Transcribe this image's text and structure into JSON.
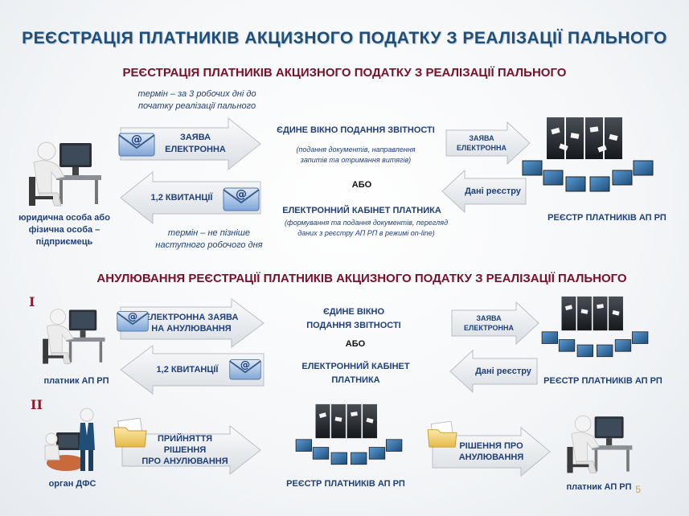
{
  "title": "РЕЄСТРАЦІЯ ПЛАТНИКІВ  АКЦИЗНОГО ПОДАТКУ З РЕАЛІЗАЦІЇ ПАЛЬНОГО",
  "section1": {
    "title": "РЕЄСТРАЦІЯ ПЛАТНИКІВ  АКЦИЗНОГО ПОДАТКУ З РЕАЛІЗАЦІЇ ПАЛЬНОГО",
    "deadline_top": [
      "термін – за 3 робочих дні до",
      "початку реалізації пального"
    ],
    "arrow_app": [
      "ЗАЯВА",
      "ЕЛЕКТРОННА"
    ],
    "arrow_receipt": "1,2  КВИТАНЦІЇ",
    "deadline_bottom": [
      "термін – не пізніше",
      "наступного робочого дня"
    ],
    "single_window": "ЄДИНЕ ВІКНО ПОДАННЯ ЗВІТНОСТІ",
    "single_window_note": [
      "(подання документів, направлення",
      "запитів та отримання витягів)"
    ],
    "or": "АБО",
    "cabinet": "ЕЛЕКТРОННИЙ КАБІНЕТ ПЛАТНИКА",
    "cabinet_note": [
      "(формування та подання документів, перегляд",
      "даних з реєстру АП РП в режимі on-line)"
    ],
    "arrow_small_app": [
      "ЗАЯВА",
      "ЕЛЕКТРОННА"
    ],
    "arrow_registry_data": "Дані реєстру",
    "person_label": [
      "юридична особа або",
      "фізична особа –",
      "підприємець"
    ],
    "registry_label": "РЕЄСТР  ПЛАТНИКІВ АП РП"
  },
  "section2": {
    "title": "АНУЛЮВАННЯ РЕЄСТРАЦІЇ  ПЛАТНИКІВ АКЦИЗНОГО ПОДАТКУ З РЕАЛІЗАЦІЇ ПАЛЬНОГО",
    "roman1": "I",
    "arrow_cancel_app": [
      "ЕЛЕКТРОННА ЗАЯВА",
      "НА АНУЛЮВАННЯ"
    ],
    "arrow_receipt": "1,2  КВИТАНЦІЇ",
    "single_window": [
      "ЄДИНЕ ВІКНО",
      "ПОДАННЯ ЗВІТНОСТІ"
    ],
    "or": "АБО",
    "cabinet": [
      "ЕЛЕКТРОННИЙ КАБІНЕТ",
      "ПЛАТНИКА"
    ],
    "arrow_small_app": [
      "ЗАЯВА",
      "ЕЛЕКТРОННА"
    ],
    "arrow_registry_data": "Дані реєстру",
    "payer_label": "платник АП РП",
    "registry_label": "РЕЄСТР  ПЛАТНИКІВ АП РП",
    "roman2": "II",
    "dfs_label": "орган ДФС",
    "arrow_decision": [
      "ПРИЙНЯТТЯ РІШЕННЯ",
      "ПРО АНУЛЮВАННЯ"
    ],
    "registry_label2": "РЕЄСТР  ПЛАТНИКІВ АП РП",
    "arrow_decision2": [
      "РІШЕННЯ ПРО",
      "АНУЛЮВАННЯ"
    ],
    "payer_label2": "платник АП РП"
  },
  "page_number": "5",
  "colors": {
    "title": "#1f4e79",
    "section_title": "#7a1028",
    "text": "#1f3f7a",
    "arrow": "#e9ecef"
  }
}
